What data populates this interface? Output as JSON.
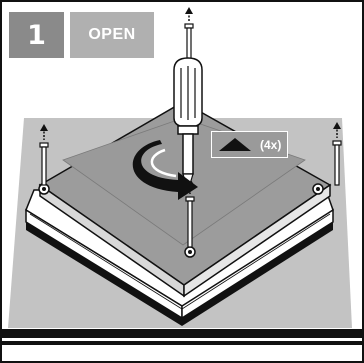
{
  "step": {
    "number": "1",
    "title": "OPEN"
  },
  "badge": {
    "icon": "up-triangle-icon",
    "count_label": "(4x)"
  },
  "colors": {
    "frame": "#111111",
    "step_number_bg": "#8a8a8a",
    "step_title_bg": "#b0b0b0",
    "board": "#c3c3c3",
    "box_top": "#9c9c9c",
    "badge_bg": "#9a9a9a"
  }
}
